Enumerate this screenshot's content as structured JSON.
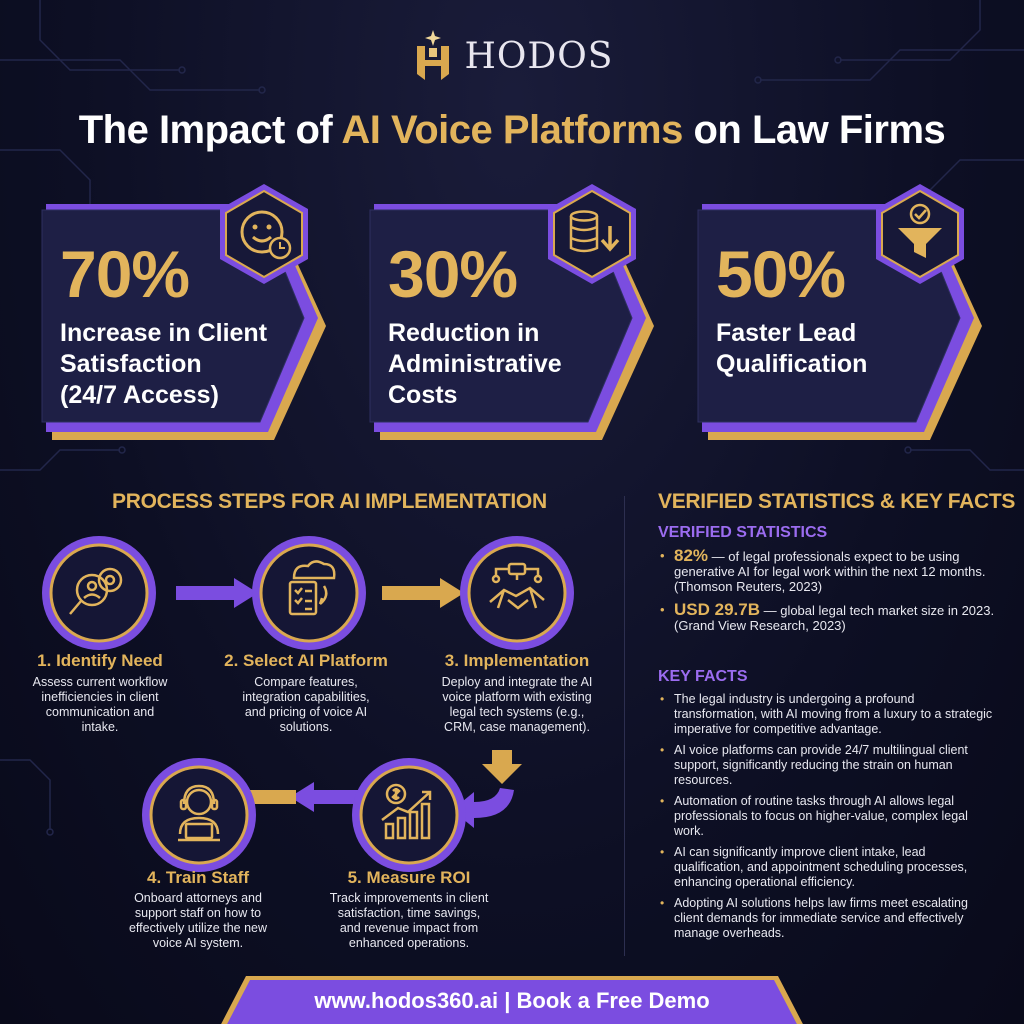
{
  "brand": {
    "name": "HODOS"
  },
  "title": {
    "part1": "The Impact of ",
    "highlight": "AI Voice Platforms",
    "part2": " on Law Firms"
  },
  "colors": {
    "background": "#0d0f24",
    "gold": "#e2b45c",
    "purple": "#7b4de0",
    "card": "#1e1f45"
  },
  "stats": [
    {
      "value": "70%",
      "label": "Increase in Client\nSatisfaction\n(24/7 Access)",
      "icon": "smiley-clock-icon"
    },
    {
      "value": "30%",
      "label": "Reduction in\nAdministrative\nCosts",
      "icon": "coins-down-arrow-icon"
    },
    {
      "value": "50%",
      "label": "Faster Lead\nQualification",
      "icon": "funnel-check-icon"
    }
  ],
  "process": {
    "title": "PROCESS STEPS FOR AI IMPLEMENTATION",
    "steps": [
      {
        "title": "1. Identify Need",
        "desc": "Assess current workflow\ninefficiencies in client\ncommunication and\nintake.",
        "icon": "search-gear-icon"
      },
      {
        "title": "2. Select AI Platform",
        "desc": "Compare features,\nintegration capabilities,\nand pricing of voice AI\nsolutions.",
        "icon": "cloud-checklist-icon"
      },
      {
        "title": "3. Implementation",
        "desc": "Deploy and integrate the AI\nvoice platform with existing\nlegal tech systems (e.g.,\nCRM, case management).",
        "icon": "handshake-network-icon"
      },
      {
        "title": "4. Train Staff",
        "desc": "Onboard attorneys and\nsupport staff on how to\neffectively utilize the new\nvoice AI system.",
        "icon": "headset-laptop-icon"
      },
      {
        "title": "5. Measure ROI",
        "desc": "Track improvements in client\nsatisfaction, time savings,\nand revenue impact from\nenhanced operations.",
        "icon": "growth-chart-icon"
      }
    ]
  },
  "facts": {
    "title": "VERIFIED STATISTICS & KEY FACTS",
    "verified_title": "VERIFIED STATISTICS",
    "verified": [
      {
        "value": "82%",
        "text": " — of legal professionals expect to be using generative AI for legal work within the next 12 months. (Thomson Reuters, 2023)"
      },
      {
        "value": "USD 29.7B",
        "text": " — global legal tech market size in 2023. (Grand View Research, 2023)"
      }
    ],
    "key_title": "KEY FACTS",
    "key": [
      "The legal industry is undergoing a profound transformation, with AI moving from a luxury to a strategic imperative for competitive advantage.",
      "AI voice platforms can provide 24/7 multilingual client support, significantly reducing the strain on human resources.",
      "Automation of routine tasks through AI allows legal professionals to focus on higher-value, complex legal work.",
      "AI can significantly improve client intake, lead qualification, and appointment scheduling processes, enhancing operational efficiency.",
      "Adopting AI solutions helps law firms meet escalating client demands for immediate service and effectively manage overheads."
    ]
  },
  "footer": {
    "text": "www.hodos360.ai | Book a Free Demo"
  }
}
